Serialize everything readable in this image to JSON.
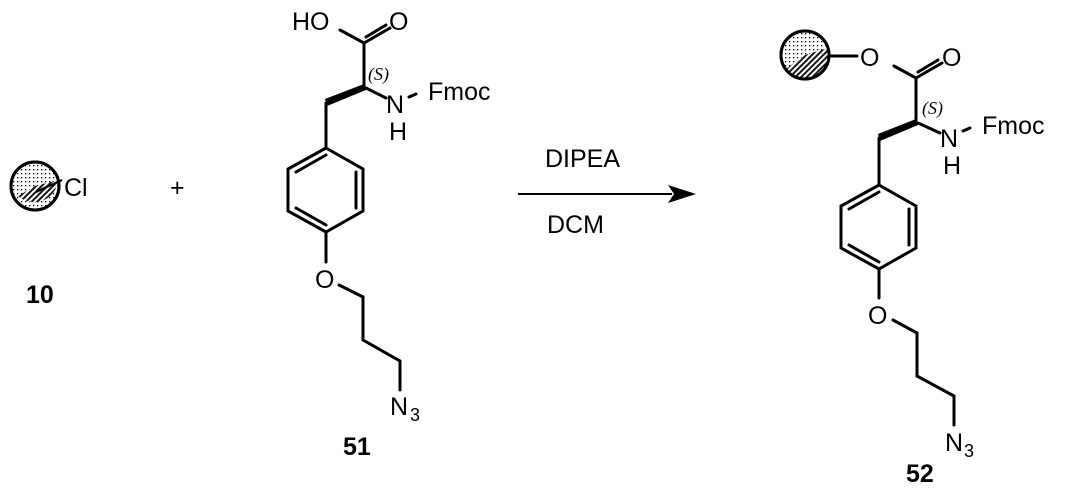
{
  "scheme": {
    "type": "chemical-reaction",
    "reactants": [
      {
        "id": "resin",
        "compound_number": "10",
        "description": "chloride resin bead",
        "atom_labels": {
          "leaving_group": "Cl"
        }
      },
      {
        "id": "amino-acid",
        "compound_number": "51",
        "description": "Fmoc-O-(3-azidopropyl)-tyrosine",
        "atom_labels": {
          "hydroxyl": "HO",
          "carbonyl_o": "O",
          "stereo": "(S)",
          "amine_n": "N",
          "amine_h": "H",
          "protecting_group": "Fmoc",
          "ether_o": "O",
          "azide_n": "N",
          "azide_sub": "3"
        }
      }
    ],
    "plus_sign": "+",
    "arrow": {
      "reagent_above": "DIPEA",
      "reagent_below": "DCM"
    },
    "product": {
      "id": "resin-bound-amino-acid",
      "compound_number": "52",
      "atom_labels": {
        "ester_o": "O",
        "carbonyl_o": "O",
        "stereo": "(S)",
        "amine_n": "N",
        "amine_h": "H",
        "protecting_group": "Fmoc",
        "ether_o": "O",
        "azide_n": "N",
        "azide_sub": "3"
      }
    }
  }
}
